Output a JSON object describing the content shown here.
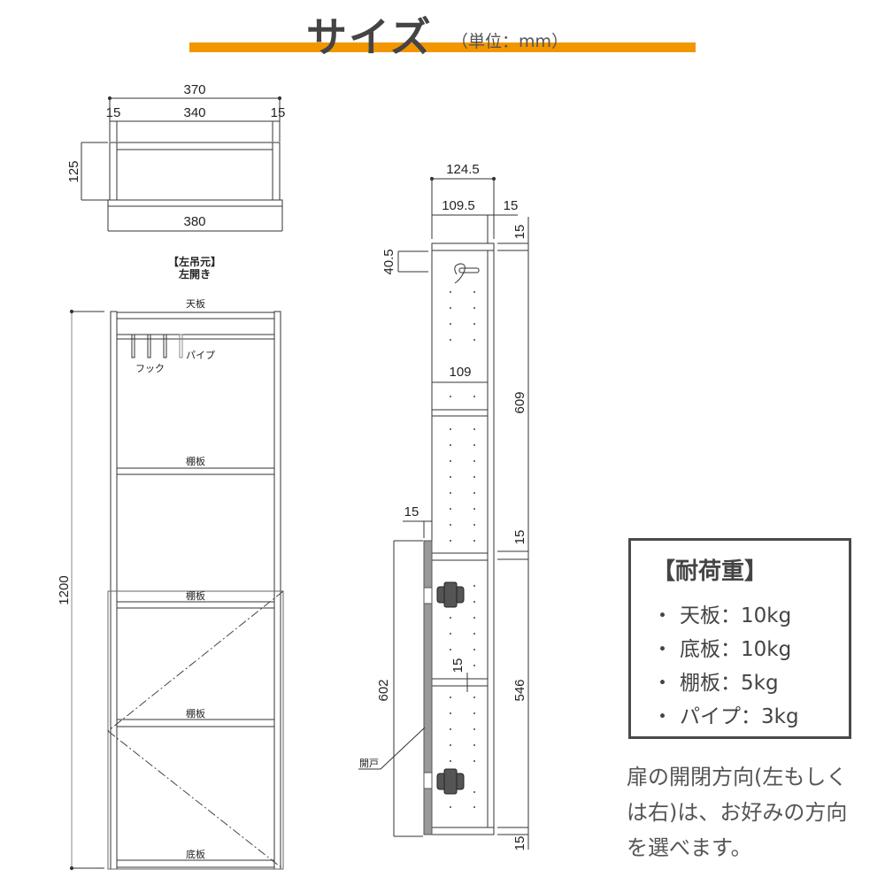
{
  "header": {
    "title": "サイズ",
    "unit": "（単位：mm）",
    "accent_color": "#f29600"
  },
  "top_view": {
    "overall_width": "370",
    "side_left": "15",
    "inner_width": "340",
    "side_right": "15",
    "depth": "125",
    "base_width": "380"
  },
  "front_view": {
    "caption_line1": "【左吊元】",
    "caption_line2": "左開き",
    "height": "1200",
    "labels": {
      "top_board": "天板",
      "pipe": "パイプ",
      "hook": "フック",
      "shelf_1": "棚板",
      "shelf_2": "棚板",
      "shelf_3": "棚板",
      "bottom_board": "底板"
    }
  },
  "side_view": {
    "overall_depth": "124.5",
    "inner_depth": "109.5",
    "back_thickness": "15",
    "top_thickness": "15",
    "pipe_offset": "40.5",
    "shelf_depth": "109",
    "upper_height": "609",
    "middle_shelf_thickness": "15",
    "door_thickness": "15",
    "door_height": "602",
    "lower_height": "546",
    "shelf_thickness": "15",
    "bottom_thickness": "15",
    "door_label": "開戸"
  },
  "load_capacity": {
    "title": "【耐荷重】",
    "items": [
      {
        "bullet": "・",
        "text": "天板：10kg"
      },
      {
        "bullet": "・",
        "text": "底板：10kg"
      },
      {
        "bullet": "・",
        "text": "棚板：5kg"
      },
      {
        "bullet": "・",
        "text": "パイプ：3kg"
      }
    ]
  },
  "note": {
    "text": "扉の開閉方向(左もしくは右)は、お好みの方向を選べます。"
  }
}
